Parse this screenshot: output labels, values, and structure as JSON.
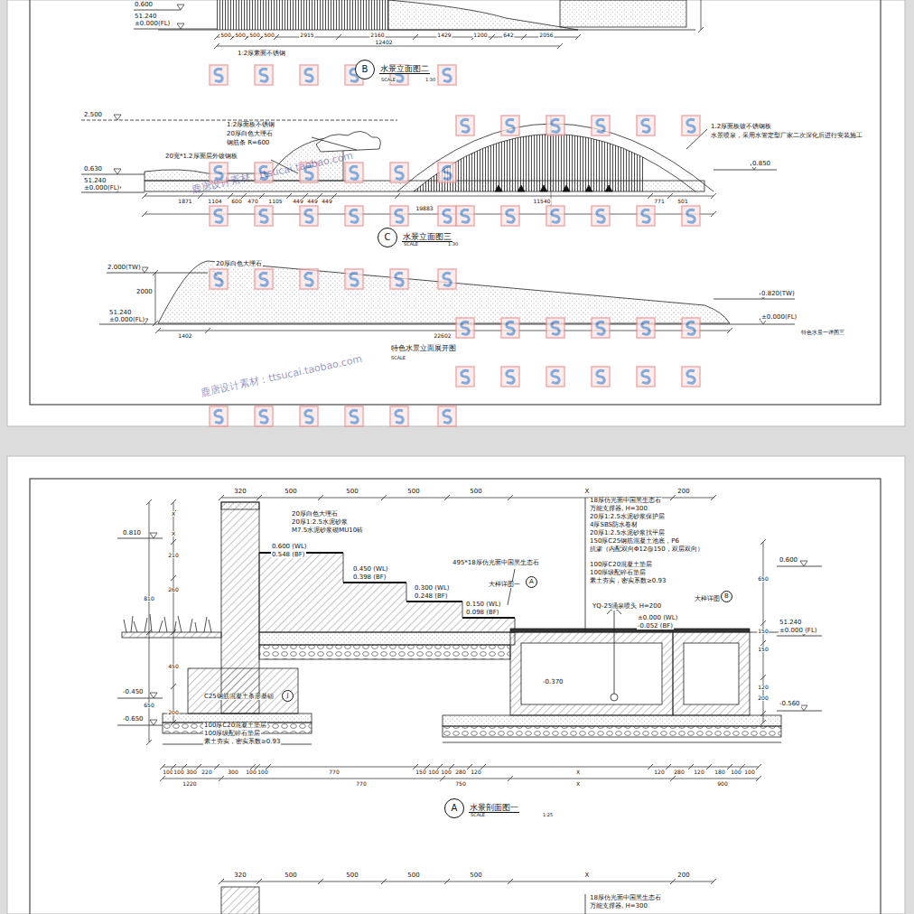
{
  "diagram": {
    "nodes": [
      {
        "text": [
          "B",
          "水景立面图二"
        ]
      },
      {
        "text": [
          "C",
          "水景立面图三"
        ]
      },
      {
        "text": [
          "A"
        ]
      },
      {
        "text": [
          "B"
        ]
      },
      {
        "text": [
          "J"
        ]
      },
      {
        "text": [
          "A",
          "水景剖面图一"
        ]
      }
    ],
    "labels": [
      "0.600",
      "51.240",
      "±0.000(FL)",
      "500",
      "500",
      "500",
      "500",
      "2915",
      "2160",
      "1429",
      "1200",
      "642",
      "2056",
      "12402",
      "1:2厚素面不锈钢",
      "SCALE",
      "1:30",
      "2.500",
      "0.630",
      "51.240",
      "±0.000(FL)",
      "1:2厚面板不锈钢",
      "20厚白色大理石",
      "钢筋条 R=600",
      "20宽*1.2厚面层外镀钢板",
      "1.2厚面板镀不锈钢板",
      "水景喷泉，采用水管定型厂家二次深化后进行安装施工",
      "0.850",
      "1871",
      "1104",
      "600",
      "470",
      "1105",
      "449",
      "449",
      "449",
      "11540",
      "771",
      "501",
      "19883",
      "SCALE",
      "1:30",
      "2.000(TW)",
      "20厚白色大理石",
      "2000",
      "51.240",
      "±0.000(FL)",
      "0.820(TW)",
      "±0.000(FL)",
      "1402",
      "22602",
      "特色水景立面展开图",
      "SCALE",
      "特色水景一详图三",
      "鹿唐设计素材：ttsucai.taobao.com",
      "鹿唐设计素材：ttsucai.taobao.com",
      "320",
      "500",
      "500",
      "500",
      "500",
      "X",
      "200",
      "0.810",
      "20厚白色大理石",
      "20厚1:2.5水泥砂浆",
      "M7.5水泥砂浆砌MU10砖",
      "18厚仿光面中国黑生态石",
      "万能支撑器, H=300",
      "20厚1:2.5水泥砂浆保护层",
      "4厚SBS防水卷材",
      "20厚1:2.5水泥砂浆找平层",
      "150厚C25钢筋混凝土池底，P6",
      "抗渗（内配双向Φ12@150，双层双向）",
      "100厚C20混凝土垫层",
      "100厚级配碎石垫层",
      "素土夯实，密实系数≥0.93",
      "0.600",
      "0.600 (WL)",
      "0.548 (BF)",
      "0.450 (WL)",
      "0.398 (BF)",
      "0.300 (WL)",
      "0.248 (BF)",
      "0.150 (WL)",
      "0.098 (BF)",
      "495*18厚仿光面中国黑生态石",
      "大样详图一",
      "YQ-25涌泉喷头 H=200",
      "±0.000 (WL)",
      "-0.052 (BF)",
      "大样详图",
      "51.240",
      "±0.000 (FL)",
      "-0.560",
      "-0.450",
      "-0.650",
      "-0.370",
      "C25钢筋混凝土条形基础",
      "100厚C20混凝土垫层",
      "100厚级配碎石垫层",
      "素土夯实，密实系数≥0.93",
      "X",
      "X",
      "210",
      "810",
      "260",
      "450",
      "650",
      "200",
      "650",
      "150",
      "150",
      "120",
      "200",
      "100",
      "100",
      "300",
      "220",
      "300",
      "100",
      "100",
      "770",
      "150",
      "100",
      "100",
      "280",
      "120",
      "X",
      "120",
      "280",
      "120",
      "180",
      "100",
      "100",
      "1220",
      "770",
      "750",
      "X",
      "900",
      "SCALE",
      "1:25",
      "320",
      "500",
      "500",
      "500",
      "500",
      "X",
      "200",
      "18厚仿光面中国黑生态石",
      "万能支撑器, H=300"
    ]
  }
}
